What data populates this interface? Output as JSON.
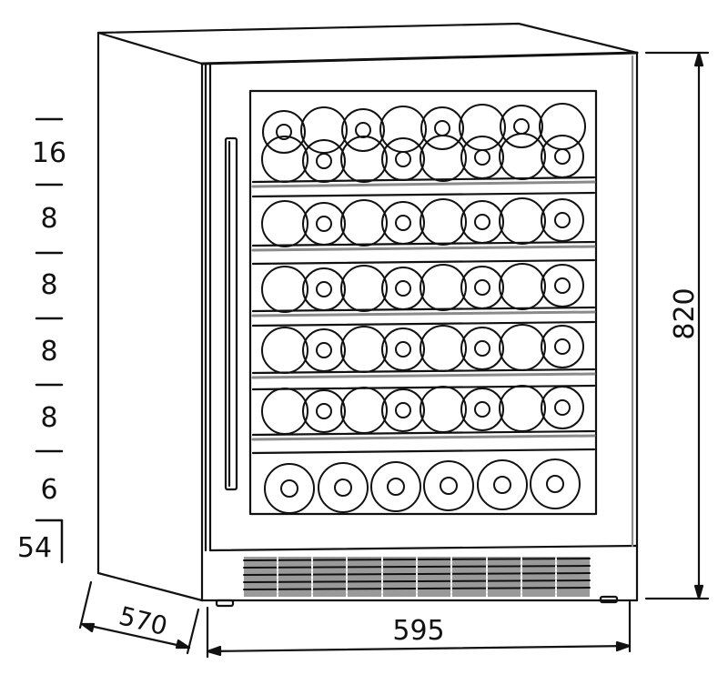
{
  "diagram": {
    "subject": "built-in wine cooler",
    "units": "mm",
    "colors": {
      "line": "#111111",
      "grey": "#8a8a8a",
      "background": "#ffffff"
    },
    "dimensions": {
      "height": "820",
      "width": "595",
      "depth": "570"
    },
    "shelf_capacities": [
      {
        "label": "16",
        "bottles": 16
      },
      {
        "label": "8",
        "bottles": 8
      },
      {
        "label": "8",
        "bottles": 8
      },
      {
        "label": "8",
        "bottles": 8
      },
      {
        "label": "8",
        "bottles": 8
      },
      {
        "label": "6",
        "bottles": 6
      }
    ],
    "total_capacity": {
      "label": "54",
      "bottles": 54
    }
  }
}
